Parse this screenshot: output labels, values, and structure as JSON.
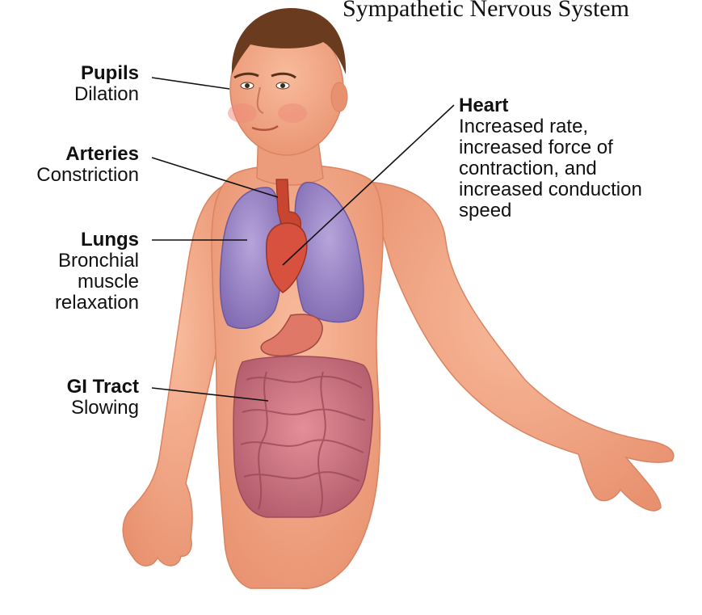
{
  "title": "Sympathetic Nervous System",
  "labels": {
    "pupils": {
      "name": "Pupils",
      "effect": [
        "Dilation"
      ]
    },
    "arteries": {
      "name": "Arteries",
      "effect": [
        "Constriction"
      ]
    },
    "lungs": {
      "name": "Lungs",
      "effect": [
        "Bronchial",
        "muscle",
        "relaxation"
      ]
    },
    "gi_tract": {
      "name": "GI Tract",
      "effect": [
        "Slowing"
      ]
    },
    "heart": {
      "name": "Heart",
      "effect": [
        "Increased rate,",
        "increased force of",
        "contraction, and",
        "increased conduction",
        "speed"
      ]
    }
  },
  "colors": {
    "skin": "#f2a583",
    "skin_shadow": "#e08a68",
    "hair": "#6b3b1f",
    "lungs": "#9b86c8",
    "heart": "#d8503e",
    "intestine": "#c9707e",
    "stomach": "#e07868",
    "leader": "#111111"
  }
}
